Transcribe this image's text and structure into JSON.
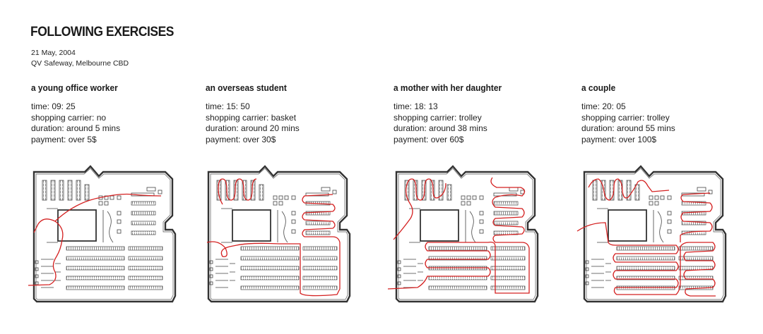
{
  "title": "FOLLOWING EXERCISES",
  "date": "21 May, 2004",
  "location": "QV Safeway, Melbourne CBD",
  "colors": {
    "path": "#d42020",
    "plan": "#333333",
    "text": "#222222"
  },
  "panels": [
    {
      "heading": "a young office worker",
      "lines": [
        "time: 09: 25",
        "shopping carrier: no",
        "duration: around 5 mins",
        "payment: over 5$"
      ]
    },
    {
      "heading": "an overseas student",
      "lines": [
        "time: 15: 50",
        "shopping carrier: basket",
        "duration: around 20 mins",
        "payment: over 30$"
      ]
    },
    {
      "heading": "a mother with her daughter",
      "lines": [
        "time: 18: 13",
        "shopping carrier: trolley",
        "duration: around 38 mins",
        "payment: over 60$"
      ]
    },
    {
      "heading": "a couple",
      "lines": [
        "time: 20: 05",
        "shopping carrier: trolley",
        "duration: around 55 mins",
        "payment: over 100$"
      ]
    }
  ]
}
